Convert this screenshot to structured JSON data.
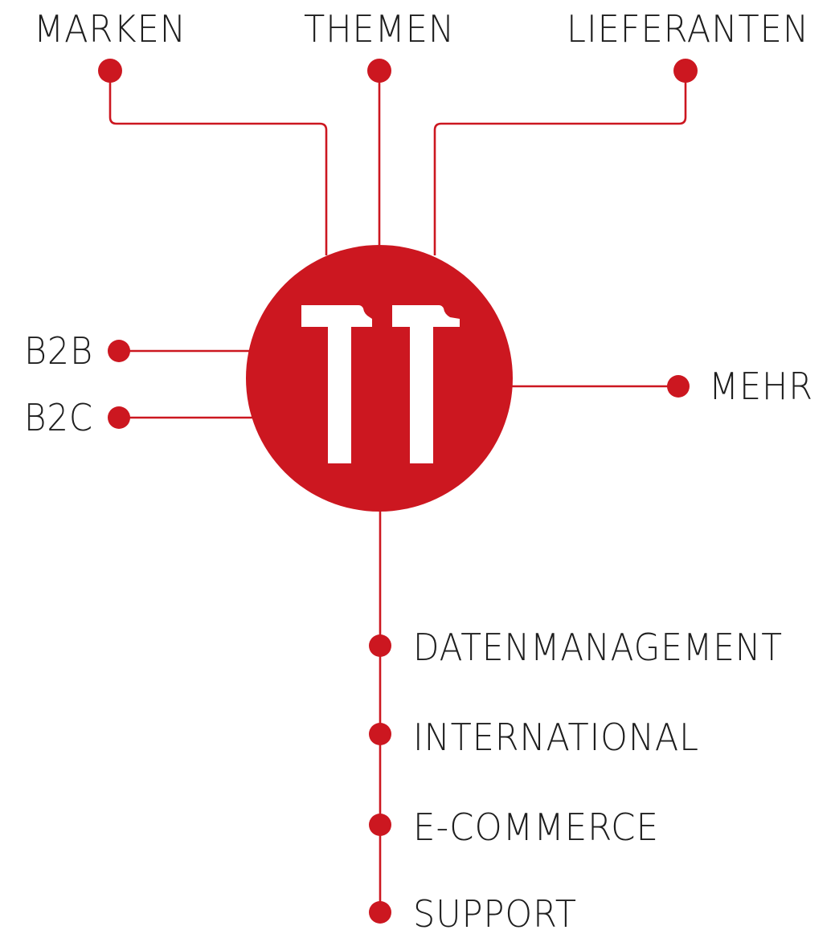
{
  "colors": {
    "accent": "#cc1720",
    "text": "#1e1e1e",
    "logo_text": "#ffffff"
  },
  "logo": {
    "text": "TT"
  },
  "labels": {
    "marken": "MARKEN",
    "themen": "THEMEN",
    "lieferanten": "LIEFERANTEN",
    "b2b": "B2B",
    "b2c": "B2C",
    "mehr": "MEHR",
    "datenmanagement": "DATENMANAGEMENT",
    "international": "INTERNATIONAL",
    "ecommerce": "E-COMMERCE",
    "support": "SUPPORT"
  }
}
